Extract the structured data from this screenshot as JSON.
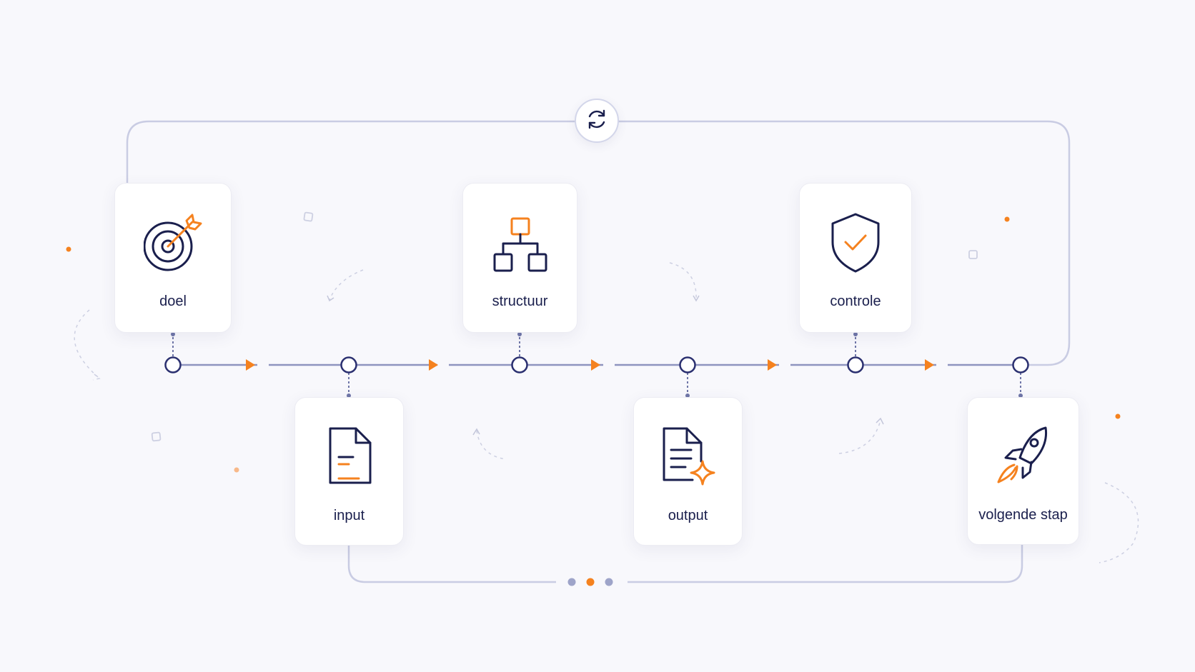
{
  "flow": {
    "steps": [
      {
        "label": "doel",
        "icon": "target-icon"
      },
      {
        "label": "input",
        "icon": "document-icon"
      },
      {
        "label": "structuur",
        "icon": "hierarchy-icon"
      },
      {
        "label": "output",
        "icon": "document-sparkle-icon"
      },
      {
        "label": "controle",
        "icon": "shield-check-icon"
      },
      {
        "label": "volgende stap",
        "icon": "rocket-icon"
      }
    ],
    "loop_icon": "refresh-icon"
  },
  "colors": {
    "background": "#f8f8fc",
    "navy": "#1a1f4d",
    "accent": "#f5821f",
    "line": "#c9cce3",
    "node": "#2b3070",
    "dot_muted": "#9ea4c9"
  }
}
